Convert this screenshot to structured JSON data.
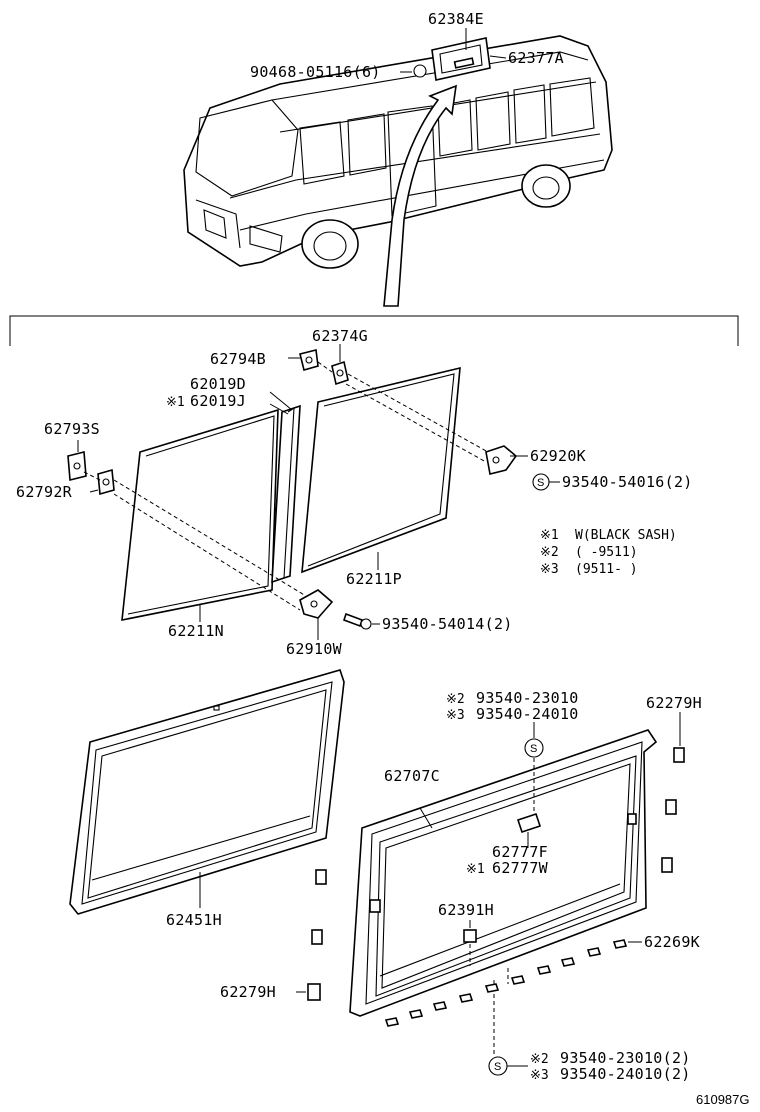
{
  "parts": {
    "p62384E": "62384E",
    "p62377A": "62377A",
    "p90468": "90468-05116(6)",
    "p62374G": "62374G",
    "p62794B": "62794B",
    "p62019D": "62019D",
    "p62019J": "62019J",
    "p62793S": "62793S",
    "p62792R": "62792R",
    "p62920K": "62920K",
    "p93540_54016": "93540-54016(2)",
    "p62211P": "62211P",
    "p62211N": "62211N",
    "p62910W": "62910W",
    "p93540_54014": "93540-54014(2)",
    "p62279H_top": "62279H",
    "p93540_23010_top": "93540-23010",
    "p93540_24010_top": "93540-24010",
    "p62707C": "62707C",
    "p62777F": "62777F",
    "p62777W": "62777W",
    "p62451H": "62451H",
    "p62391H": "62391H",
    "p62269K": "62269K",
    "p62279H_bottom": "62279H",
    "p93540_23010_bottom": "93540-23010(2)",
    "p93540_24010_bottom": "93540-24010(2)"
  },
  "marks": {
    "m1": "※1",
    "m2": "※2",
    "m3": "※3",
    "screw_symbol": "S"
  },
  "notes": {
    "n1": "W(BLACK SASH)",
    "n2": "(      -9511)",
    "n3": "(9511-      )"
  },
  "reference": "610987G",
  "colors": {
    "ink": "#000000",
    "paper": "#ffffff"
  }
}
